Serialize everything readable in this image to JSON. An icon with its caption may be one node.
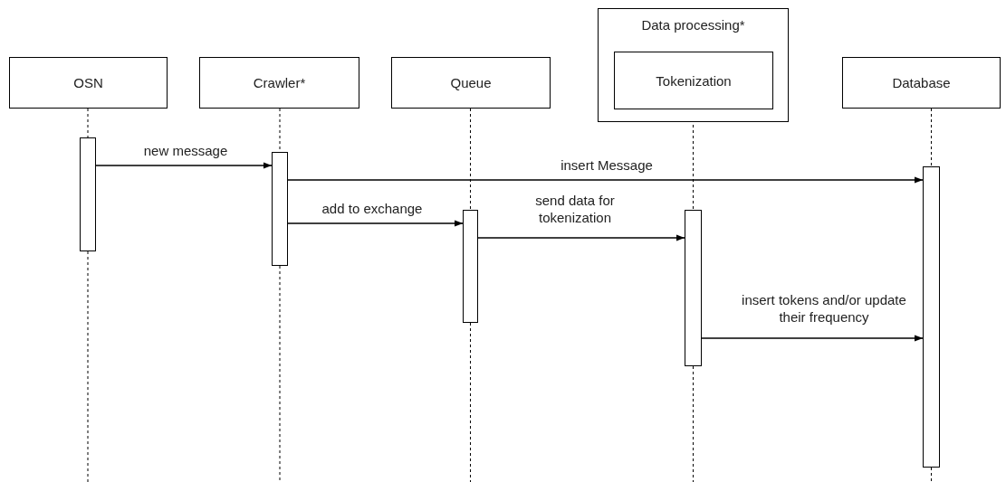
{
  "diagram": {
    "nodes": [
      {
        "text": [
          "OSN"
        ]
      },
      {
        "text": [
          "Crawler*"
        ]
      },
      {
        "text": [
          "Queue"
        ]
      },
      {
        "text": [
          "Data processing*"
        ]
      },
      {
        "text": [
          "Tokenization"
        ],
        "in": 3
      },
      {
        "text": [
          "Database"
        ]
      },
      {
        "text": [],
        "shape": "bar"
      },
      {
        "text": [],
        "shape": "bar"
      },
      {
        "text": [],
        "shape": "bar"
      },
      {
        "text": [],
        "shape": "bar"
      },
      {
        "text": [],
        "shape": "bar"
      }
    ],
    "edges": [
      {
        "from": 6,
        "to": 7,
        "arrow": "to",
        "label": "new message"
      },
      {
        "from": 7,
        "to": 10,
        "arrow": "to",
        "label": "insert Message"
      },
      {
        "from": 7,
        "to": 8,
        "arrow": "to",
        "label": "add to exchange"
      },
      {
        "from": 8,
        "to": 9,
        "arrow": "to",
        "label": "send data for tokenization"
      },
      {
        "from": 9,
        "to": 10,
        "arrow": "to",
        "label": "insert tokens and/or update their frequency"
      },
      {
        "from": 0,
        "to": 6,
        "arrow": "none",
        "style": "dashed"
      },
      {
        "from": 1,
        "to": 7,
        "arrow": "none",
        "style": "dashed"
      },
      {
        "from": 2,
        "to": 8,
        "arrow": "none",
        "style": "dashed"
      },
      {
        "from": 4,
        "to": 9,
        "arrow": "none",
        "style": "dashed"
      },
      {
        "from": 5,
        "to": 10,
        "arrow": "none",
        "style": "dashed"
      }
    ]
  }
}
